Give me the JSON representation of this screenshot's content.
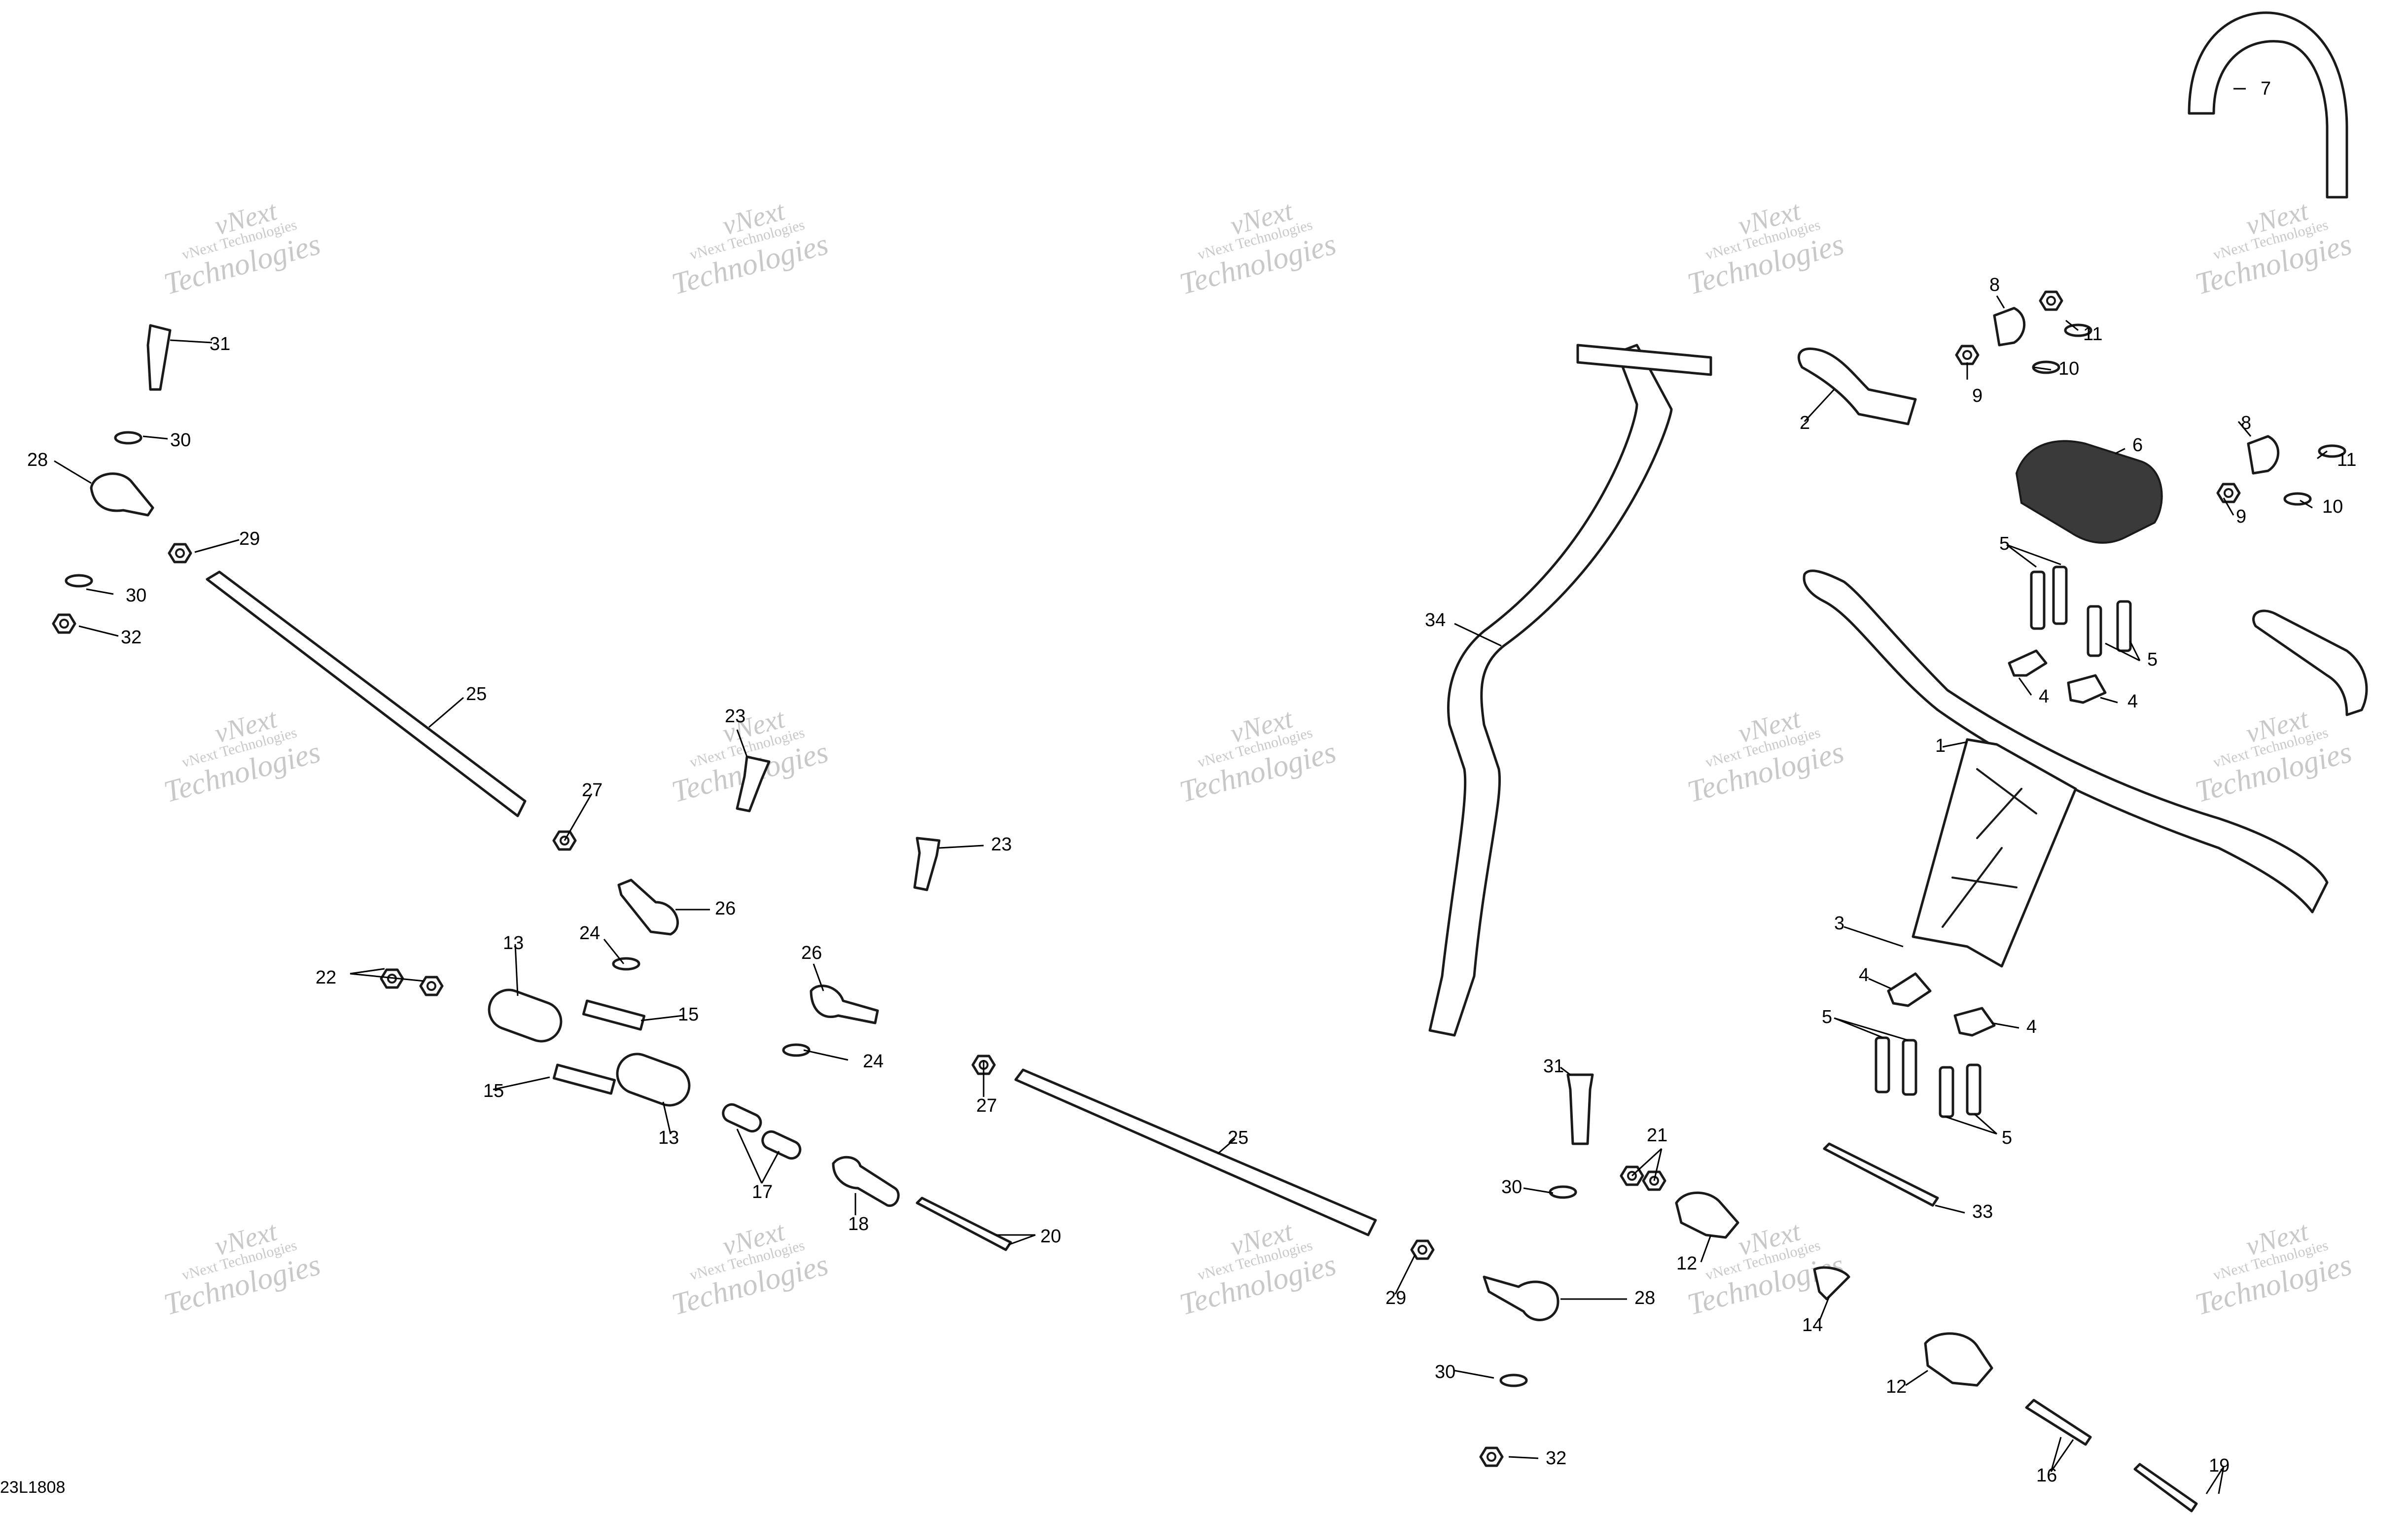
{
  "drawing_code": "23L1808",
  "watermark": {
    "line1": "vNext Technologies",
    "line2": "vNext\nTechnologies"
  },
  "labels": [
    "1",
    "2",
    "3",
    "4",
    "5",
    "6",
    "7",
    "8",
    "9",
    "10",
    "11",
    "12",
    "13",
    "14",
    "15",
    "16",
    "17",
    "18",
    "19",
    "20",
    "21",
    "22",
    "23",
    "24",
    "25",
    "26",
    "27",
    "28",
    "29",
    "30",
    "31",
    "32",
    "33",
    "34"
  ]
}
